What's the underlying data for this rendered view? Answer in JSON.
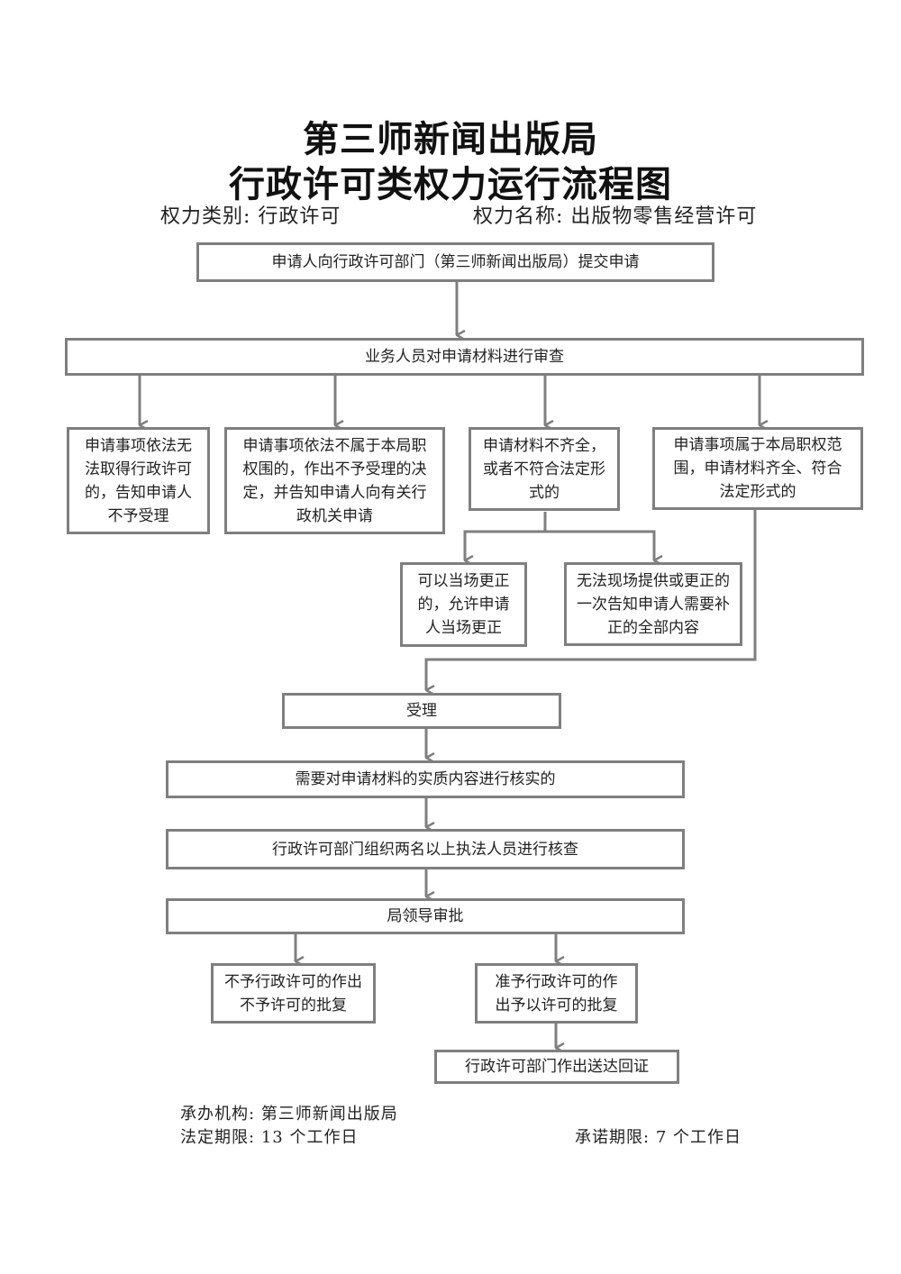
{
  "header": {
    "title_line1": "第三师新闻出版局",
    "title_line2": "行政许可类权力运行流程图",
    "category_label": "权力类别:",
    "category_value": "行政许可",
    "name_label": "权力名称:",
    "name_value": "出版物零售经营许可"
  },
  "flow": {
    "submit": "申请人向行政许可部门（第三师新闻出版局）提交申请",
    "review": "业务人员对申请材料进行审查",
    "branch_no_permit": "申请事项依法无法取得行政许可的，告知申请人不予受理",
    "branch_not_jurisdiction": "申请事项依法不属于本局职权围的，作出不予受理的决定，并告知申请人向有关行政机关申请",
    "branch_incomplete": "申请材料不齐全，或者不符合法定形式的",
    "branch_complete": "申请事项属于本局职权范围，申请材料齐全、符合法定形式的",
    "correct_on_site": "可以当场更正的，允许申请人当场更正",
    "notify_all": "无法现场提供或更正的一次告知申请人需要补正的全部内容",
    "accept": "受理",
    "verify_needed": "需要对申请材料的实质内容进行核实的",
    "inspect": "行政许可部门组织两名以上执法人员进行核查",
    "approve": "局领导审批",
    "deny": "不予行政许可的作出不予许可的批复",
    "grant": "准予行政许可的作出予以许可的批复",
    "deliver": "行政许可部门作出送达回证"
  },
  "footer": {
    "org_label": "承办机构:",
    "org_value": "第三师新闻出版局",
    "legal_label": "法定期限:",
    "legal_value": "13 个工作日",
    "promise_label": "承诺期限:",
    "promise_value": "7 个工作日"
  },
  "colors": {
    "border": "#7f7f7f",
    "text": "#222222"
  }
}
